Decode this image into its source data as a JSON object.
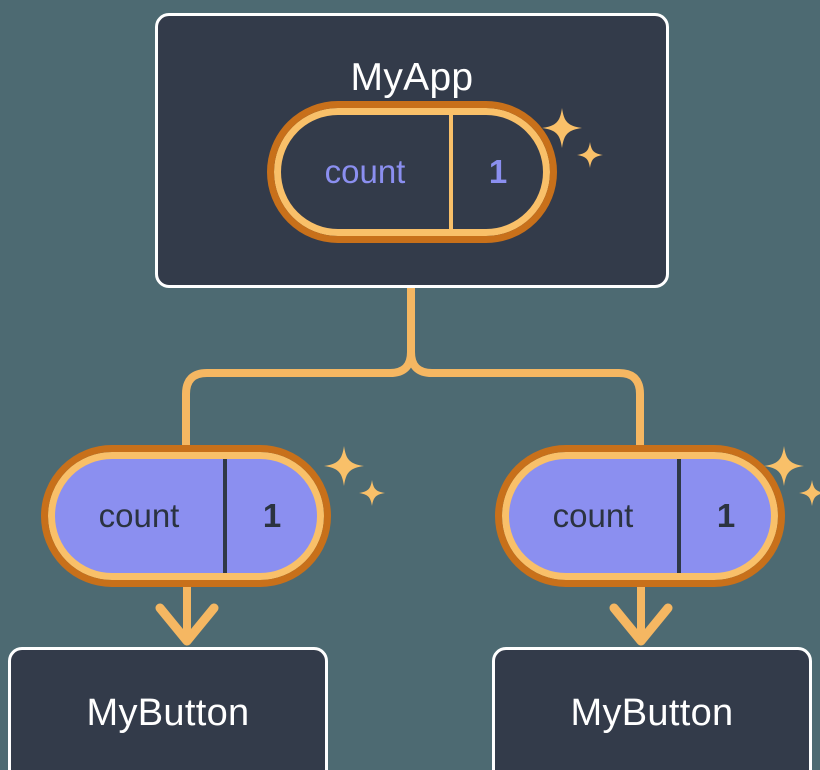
{
  "diagram": {
    "title_node": "MyApp",
    "background_color": "#4d6a72",
    "node_fill": "#333b4a",
    "node_border": "#ffffff",
    "ring_outer_color": "#c8701a",
    "ring_inner_color": "#f9c069",
    "state_fill_color": "#8b8ff0",
    "state_text_color": "#2b3340",
    "wire_color": "#f5b762"
  },
  "root": {
    "label": "MyApp",
    "state": {
      "key": "count",
      "value": "1"
    },
    "sparkle_name": "sparkle-icon"
  },
  "children": [
    {
      "state": {
        "key": "count",
        "value": "1"
      },
      "label": "MyButton",
      "sparkle_name": "sparkle-icon"
    },
    {
      "state": {
        "key": "count",
        "value": "1"
      },
      "label": "MyButton",
      "sparkle_name": "sparkle-icon"
    }
  ]
}
